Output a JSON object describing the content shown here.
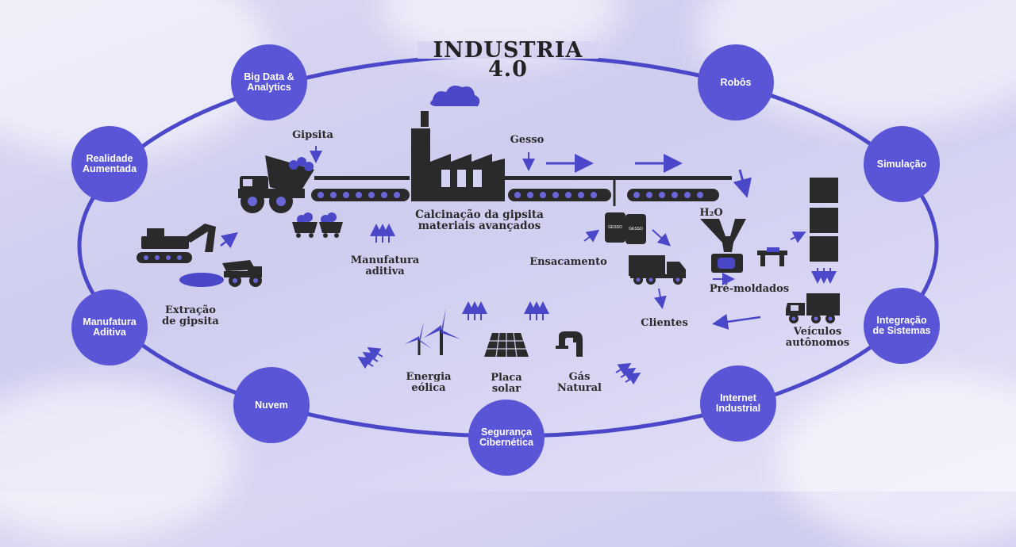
{
  "title": {
    "line1": "INDUSTRIA",
    "line2": "4.0"
  },
  "colors": {
    "accent": "#5a55d6",
    "ink": "#2a2a2a",
    "background": "#d6d4f1"
  },
  "pillars": [
    {
      "id": "big-data",
      "label": "Big Data &\nAnalytics"
    },
    {
      "id": "robos",
      "label": "Robôs"
    },
    {
      "id": "realidade-aumentada",
      "label": "Realidade\nAumentada"
    },
    {
      "id": "simulacao",
      "label": "Simulação"
    },
    {
      "id": "manufatura-aditiva",
      "label": "Manufatura\nAditiva"
    },
    {
      "id": "integracao-sistemas",
      "label": "Integração\nde Sistemas"
    },
    {
      "id": "nuvem",
      "label": "Nuvem"
    },
    {
      "id": "internet-industrial",
      "label": "Internet\nIndustrial"
    },
    {
      "id": "seguranca-cibernetica",
      "label": "Segurança\nCibernética"
    }
  ],
  "process": {
    "gipsita": "Gipsita",
    "gesso": "Gesso",
    "calcinacao": "Calcinação da gipsita\nmateriais avançados",
    "manufatura_aditiva": "Manufatura\naditiva",
    "ensacamento": "Ensacamento",
    "h2o": "H₂O",
    "pre_moldados": "Pré-moldados",
    "clientes": "Clientes",
    "veiculos": "Veículos\nautônomos",
    "extracao": "Extração\nde gipsita",
    "energia_eolica": "Energia\neólica",
    "placa_solar": "Placa\nsolar",
    "gas_natural": "Gás\nNatural",
    "bag_label": "GESSO"
  }
}
